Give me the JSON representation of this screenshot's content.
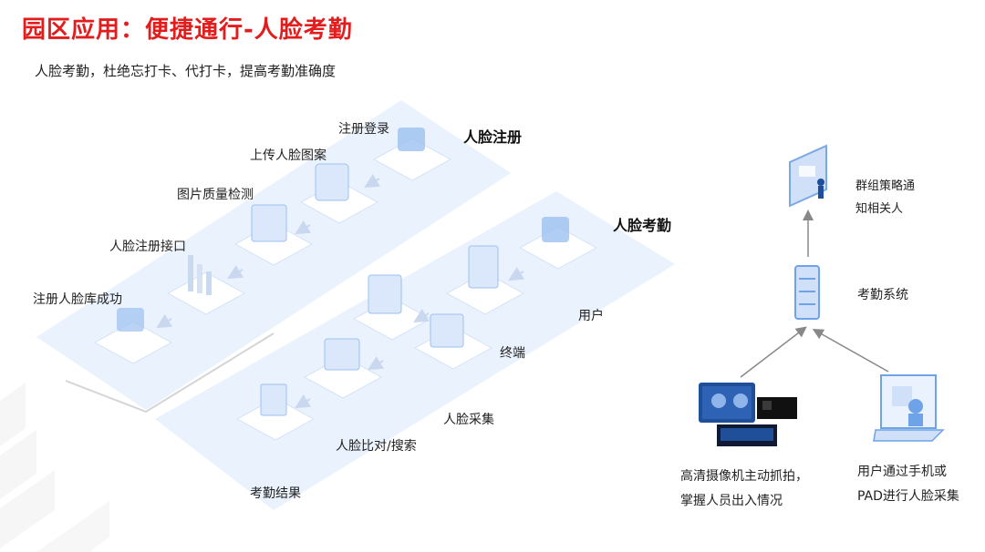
{
  "header": {
    "title": "园区应用：便捷通行-人脸考勤",
    "subtitle": "人脸考勤，杜绝忘打卡、代打卡，提高考勤准确度"
  },
  "registration": {
    "heading": "人脸注册",
    "steps": [
      "注册登录",
      "上传人脸图案",
      "图片质量检测",
      "人脸注册接口",
      "注册人脸库成功"
    ]
  },
  "attendance": {
    "heading": "人脸考勤",
    "steps": [
      "用户",
      "终端",
      "人脸采集",
      "人脸比对/搜索",
      "考勤结果"
    ]
  },
  "system": {
    "notify": [
      "群组策略通",
      "知相关人"
    ],
    "core": "考勤系统",
    "camera": [
      "高清摄像机主动抓拍，",
      "掌握人员出入情况"
    ],
    "mobile": [
      "用户通过手机或",
      "PAD进行人脸采集"
    ]
  },
  "colors": {
    "title": "#e11d1d",
    "platform": "#eaf2fd",
    "icon": "#6fa3e8",
    "iconDark": "#1f4f99"
  }
}
